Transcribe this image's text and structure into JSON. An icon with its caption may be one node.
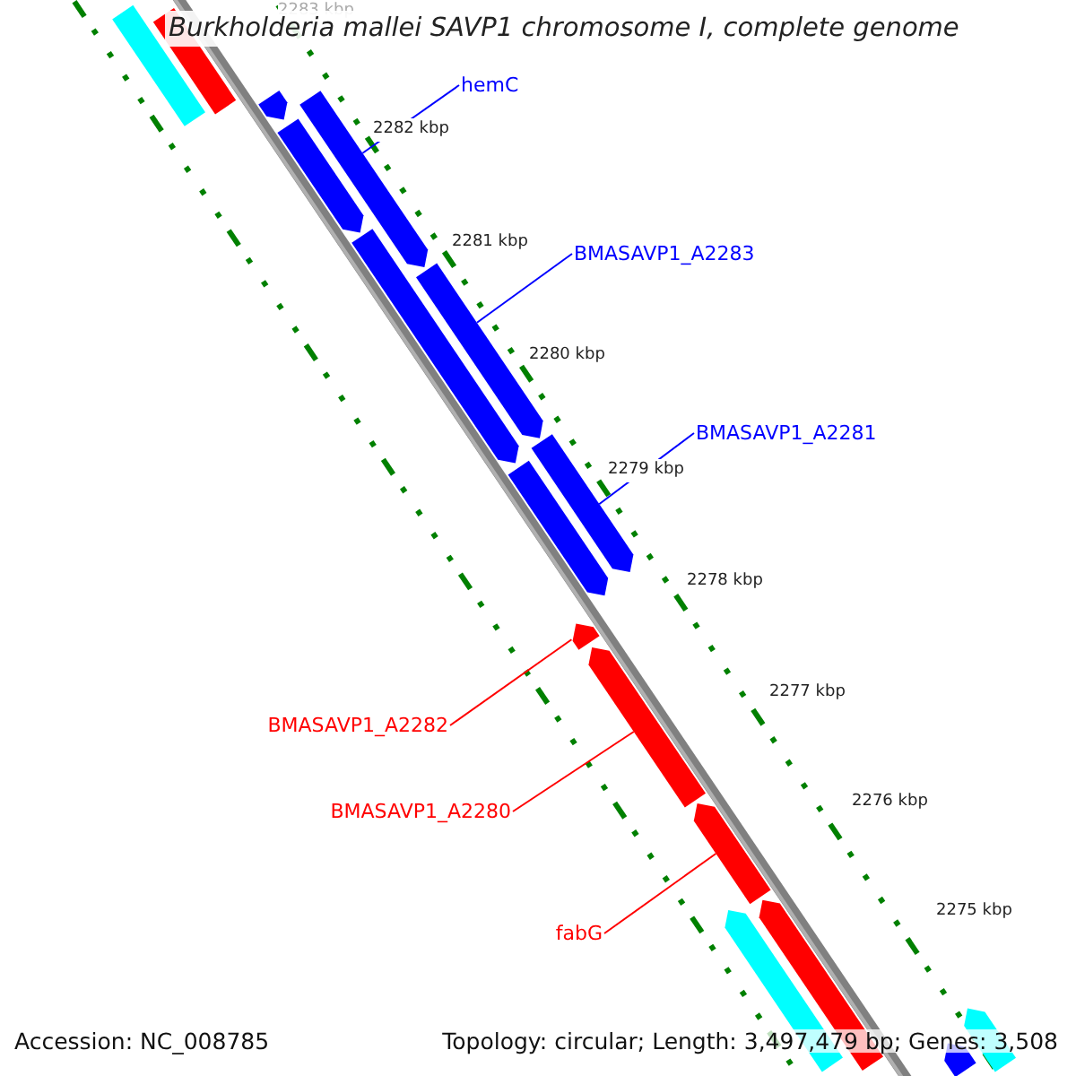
{
  "diagram": {
    "title": "Burkholderia mallei SAVP1 chromosome I, complete genome",
    "nodes": [
      {
        "text": [
          "hemC"
        ]
      },
      {
        "text": [],
        "shape": "bar"
      },
      {
        "text": [
          "BMASAVP1_A2283"
        ]
      },
      {
        "text": [],
        "shape": "bar"
      },
      {
        "text": [
          "BMASAVP1_A2281"
        ]
      },
      {
        "text": [],
        "shape": "bar"
      },
      {
        "text": [
          "BMASAVP1_A2282"
        ]
      },
      {
        "text": [],
        "shape": "bar"
      },
      {
        "text": [
          "BMASAVP1_A2280"
        ]
      },
      {
        "text": [],
        "shape": "bar"
      },
      {
        "text": [
          "fabG"
        ]
      },
      {
        "text": [],
        "shape": "bar"
      }
    ],
    "edges": [
      {
        "from": 0,
        "to": 1,
        "arrow": "none",
        "color": "#0000ff"
      },
      {
        "from": 2,
        "to": 3,
        "arrow": "none",
        "color": "#0000ff"
      },
      {
        "from": 4,
        "to": 5,
        "arrow": "none",
        "color": "#0000ff"
      },
      {
        "from": 6,
        "to": 7,
        "arrow": "none",
        "color": "#ff0000"
      },
      {
        "from": 8,
        "to": 9,
        "arrow": "none",
        "color": "#ff0000"
      },
      {
        "from": 10,
        "to": 11,
        "arrow": "none",
        "color": "#ff0000"
      }
    ],
    "labels": [
      "2283 kbp",
      "2282 kbp",
      "2281 kbp",
      "2280 kbp",
      "2279 kbp",
      "2278 kbp",
      "2277 kbp",
      "2276 kbp",
      "2275 kbp",
      "Accession: NC_008785",
      "Topology: circular; Length: 3,497,479 bp; Genes: 3,508"
    ]
  }
}
